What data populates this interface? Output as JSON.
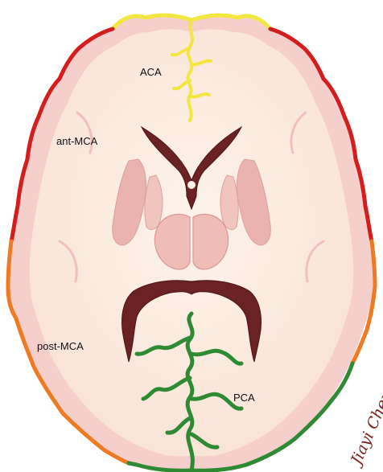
{
  "diagram": {
    "labels": {
      "aca": "ACA",
      "ant_mca": "ant-MCA",
      "post_mca": "post-MCA",
      "pca": "PCA"
    },
    "signature": "Jiayi Chen",
    "colors": {
      "aca_territory": "#f2e640",
      "ant_mca_territory": "#d41e1e",
      "post_mca_territory": "#ee7a24",
      "pca_territory": "#2e8b33",
      "white_matter": "#fcefe2",
      "cortex": "#f5cfcb",
      "ventricle": "#6b2222",
      "deep_nuclei": "#ebb3ad"
    }
  }
}
